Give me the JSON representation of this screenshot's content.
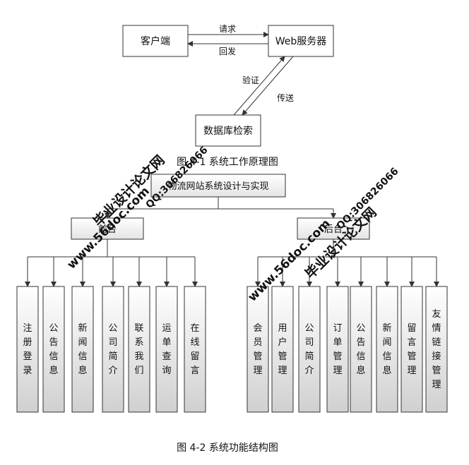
{
  "top_diagram": {
    "client": "客户端",
    "server": "Web服务器",
    "database": "数据库检索",
    "request": "请求",
    "response": "回发",
    "verify": "验证",
    "transmit": "传送",
    "caption": "图 4-1 系统工作原理图"
  },
  "tree": {
    "root": "物流网站系统设计与实现",
    "front": {
      "label": "前台",
      "modules": [
        {
          "label": "注册登录"
        },
        {
          "label": "公告信息"
        },
        {
          "label": "新闻信息"
        },
        {
          "label": "公司简介"
        },
        {
          "label": "联系我们"
        },
        {
          "label": "运单查询"
        },
        {
          "label": "在线留言"
        }
      ]
    },
    "back": {
      "label": "后台",
      "modules": [
        {
          "label": "会员管理"
        },
        {
          "label": "用户管理"
        },
        {
          "label": "公司简介"
        },
        {
          "label": "订单管理"
        },
        {
          "label": "公告信息"
        },
        {
          "label": "新闻信息"
        },
        {
          "label": "留言管理"
        },
        {
          "label": "友情链接管理"
        }
      ]
    },
    "caption": "图 4-2 系统功能结构图"
  },
  "watermark": {
    "site_name": "毕业设计论文网",
    "url": "www.56doc.com",
    "qq": "QQ:306826066",
    "color": "#d2001a"
  },
  "colors": {
    "line": "#333333",
    "box_fill": "#ffffff",
    "module_fill_top": "#ffffff",
    "module_fill_bottom": "#d2d2d2"
  }
}
